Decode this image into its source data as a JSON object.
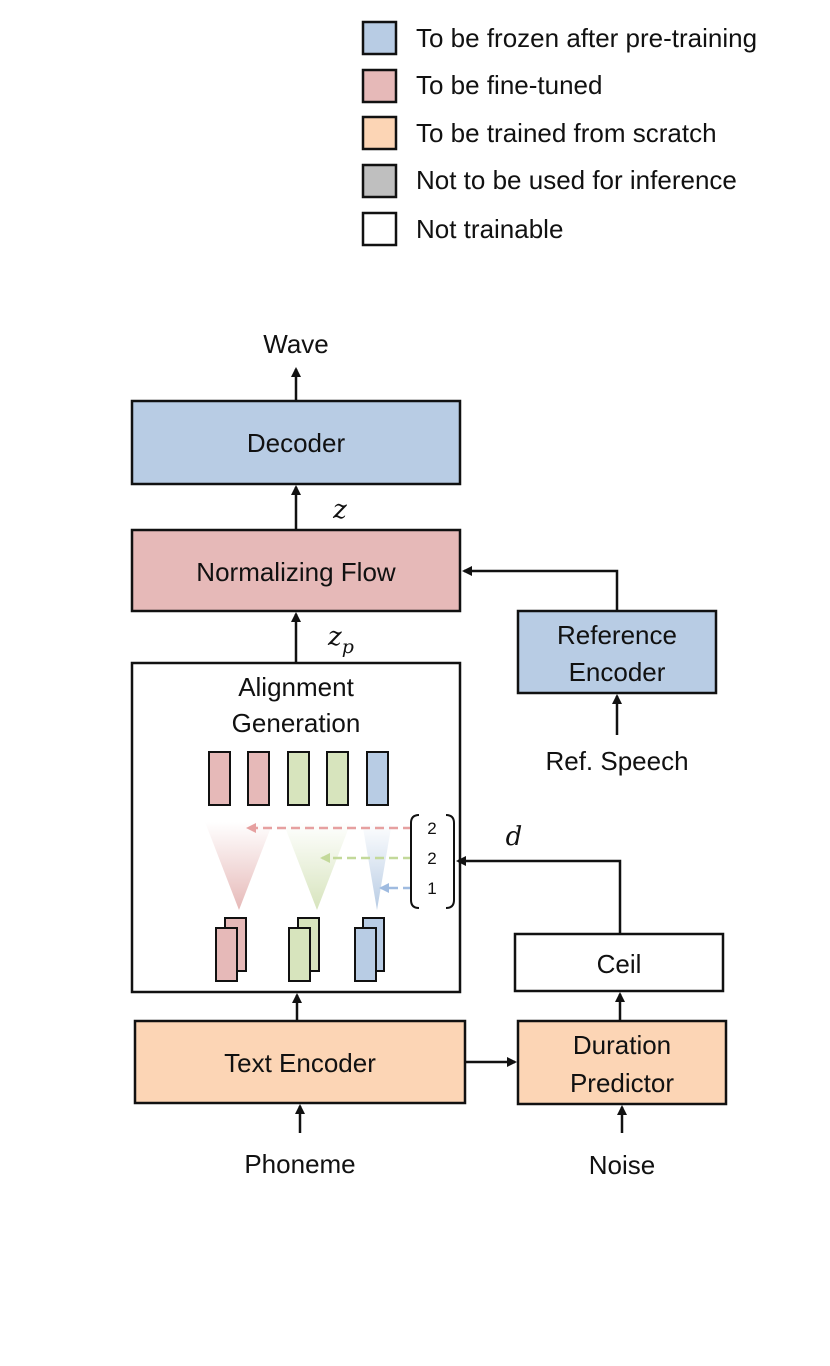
{
  "colors": {
    "frozen": "#b8cce4",
    "finetuned": "#e6b9b8",
    "scratch": "#fcd5b5",
    "inference_excluded": "#bfbfbf",
    "not_trainable": "#ffffff",
    "green": "#d7e4bd"
  },
  "legend": [
    {
      "label": "To be frozen after pre-training",
      "color_key": "frozen"
    },
    {
      "label": "To be fine-tuned",
      "color_key": "finetuned"
    },
    {
      "label": "To be trained from scratch",
      "color_key": "scratch"
    },
    {
      "label": "Not to be used for inference",
      "color_key": "inference_excluded"
    },
    {
      "label": "Not trainable",
      "color_key": "not_trainable"
    }
  ],
  "diagram": {
    "output_label": "Wave",
    "decoder": "Decoder",
    "z_label": "z",
    "normalizing_flow": "Normalizing Flow",
    "zp_main": "z",
    "zp_sub": "p",
    "reference_encoder_line1": "Reference",
    "reference_encoder_line2": "Encoder",
    "ref_speech": "Ref. Speech",
    "alignment_line1": "Alignment",
    "alignment_line2": "Generation",
    "d_label": "d",
    "durations": [
      "2",
      "2",
      "1"
    ],
    "ceil": "Ceil",
    "text_encoder": "Text Encoder",
    "duration_predictor_line1": "Duration",
    "duration_predictor_line2": "Predictor",
    "phoneme": "Phoneme",
    "noise": "Noise"
  }
}
